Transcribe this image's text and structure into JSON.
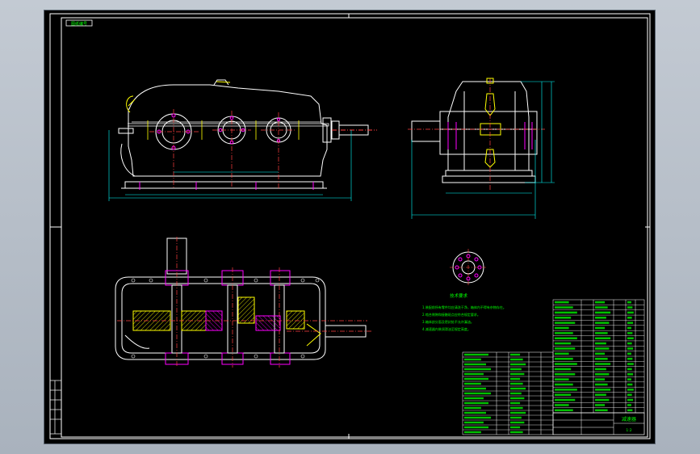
{
  "drawing": {
    "sheet_code": "图纸编号",
    "title_block": {
      "name": "减速器",
      "scale": "1:2"
    },
    "tech_requirements": {
      "heading": "技术要求",
      "items": [
        "1.装配前所有零件均应清洗干净，箱体内不得有杂物存在。",
        "2.啮合侧隙和接触斑点应符合规定要求。",
        "3.箱体剖分面及密封处不允许漏油。",
        "4.减速器内装润滑油至规定高度。"
      ]
    },
    "colors": {
      "frame": "#ffffff",
      "outline": "#ffffff",
      "dimension": "#00ffff",
      "centerline": "#ff4040",
      "hatch": "#ff00ff",
      "text": "#00ff00",
      "accent": "#ffff00"
    }
  }
}
